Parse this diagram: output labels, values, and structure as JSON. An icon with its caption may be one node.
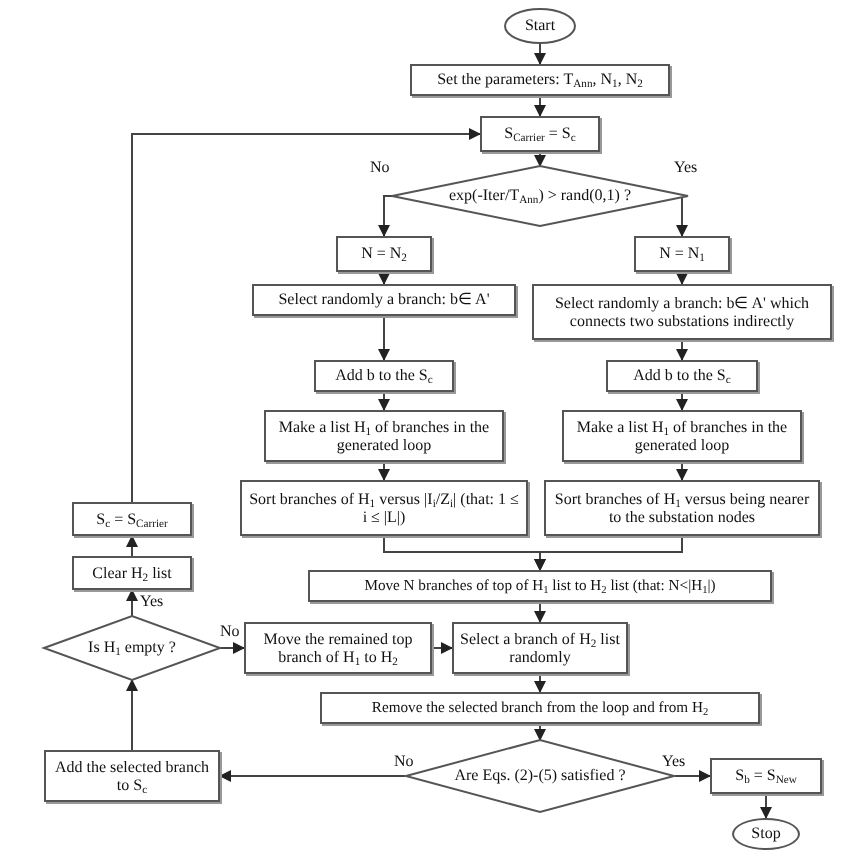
{
  "diagram": {
    "nodes": [
      {
        "text": [
          "Start"
        ]
      },
      {
        "text": [
          "Set the parameters: T$_{Ann}$, N$_{1}$, N$_{2}$"
        ]
      },
      {
        "text": [
          "S$_{Carrier}$ = S$_{c}$"
        ]
      },
      {
        "text": [
          "exp(-Iter/T$_{Ann}$) > rand(0,1) ?"
        ]
      },
      {
        "text": [
          "N = N$_{2}$"
        ]
      },
      {
        "text": [
          "N = N$_{1}$"
        ]
      },
      {
        "text": [
          "Select randomly a branch: b∈ A'"
        ]
      },
      {
        "text": [
          "Select randomly a branch: b∈ A' which connects two substations indirectly"
        ]
      },
      {
        "text": [
          "Add b to the S$_{c}$"
        ]
      },
      {
        "text": [
          "Add b to the S$_{c}$"
        ]
      },
      {
        "text": [
          "Make a list H$_{1}$ of branches in the generated loop"
        ]
      },
      {
        "text": [
          "Make a list H$_{1}$ of branches in the generated loop"
        ]
      },
      {
        "text": [
          "Sort branches of H$_{1}$ versus |I$_{i}$/Z$_{i}$| (that: 1 ≤ i ≤ |L|)"
        ]
      },
      {
        "text": [
          "Sort branches of H$_{1}$ versus being nearer to the substation nodes"
        ]
      },
      {
        "text": [
          "Move N branches of top of H$_{1}$ list to H$_{2}$ list (that: N<|H$_{1}$|)"
        ]
      },
      {
        "text": [
          "Select a branch of H$_{2}$ list randomly"
        ]
      },
      {
        "text": [
          "Move the remained top branch of H$_{1}$ to H$_{2}$"
        ]
      },
      {
        "text": [
          "Is H$_{1}$ empty ?"
        ]
      },
      {
        "text": [
          "Clear H$_{2}$ list"
        ]
      },
      {
        "text": [
          "S$_{c}$ = S$_{Carrier}$"
        ]
      },
      {
        "text": [
          "Remove the selected branch from the loop and from H$_{2}$"
        ]
      },
      {
        "text": [
          "Are Eqs. (2)-(5) satisfied ?"
        ]
      },
      {
        "text": [
          "Add the selected branch to S$_{c}$"
        ]
      },
      {
        "text": [
          "S$_{b}$ = S$_{New}$"
        ]
      },
      {
        "text": [
          "Stop"
        ]
      }
    ],
    "edges": [
      {
        "from": 0,
        "to": 1,
        "arrow": "to"
      },
      {
        "from": 1,
        "to": 2,
        "arrow": "to"
      },
      {
        "from": 2,
        "to": 3,
        "arrow": "to"
      },
      {
        "from": 3,
        "to": 4,
        "arrow": "to",
        "label": "No"
      },
      {
        "from": 3,
        "to": 5,
        "arrow": "to",
        "label": "Yes"
      },
      {
        "from": 4,
        "to": 6,
        "arrow": "to"
      },
      {
        "from": 5,
        "to": 7,
        "arrow": "to"
      },
      {
        "from": 6,
        "to": 8,
        "arrow": "to"
      },
      {
        "from": 7,
        "to": 9,
        "arrow": "to"
      },
      {
        "from": 8,
        "to": 10,
        "arrow": "to"
      },
      {
        "from": 9,
        "to": 11,
        "arrow": "to"
      },
      {
        "from": 10,
        "to": 12,
        "arrow": "to"
      },
      {
        "from": 11,
        "to": 13,
        "arrow": "to"
      },
      {
        "from": 12,
        "to": 14,
        "arrow": "to"
      },
      {
        "from": 13,
        "to": 14,
        "arrow": "to"
      },
      {
        "from": 14,
        "to": 15,
        "arrow": "to"
      },
      {
        "from": 16,
        "to": 15,
        "arrow": "to"
      },
      {
        "from": 17,
        "to": 16,
        "arrow": "to",
        "label": "No"
      },
      {
        "from": 17,
        "to": 18,
        "arrow": "to",
        "label": "Yes"
      },
      {
        "from": 18,
        "to": 19,
        "arrow": "to"
      },
      {
        "from": 19,
        "to": 2,
        "arrow": "to"
      },
      {
        "from": 15,
        "to": 20,
        "arrow": "to"
      },
      {
        "from": 20,
        "to": 21,
        "arrow": "to"
      },
      {
        "from": 21,
        "to": 22,
        "arrow": "to",
        "label": "No"
      },
      {
        "from": 21,
        "to": 23,
        "arrow": "to",
        "label": "Yes"
      },
      {
        "from": 23,
        "to": 24,
        "arrow": "to"
      },
      {
        "from": 22,
        "to": 17,
        "arrow": "to"
      }
    ]
  }
}
